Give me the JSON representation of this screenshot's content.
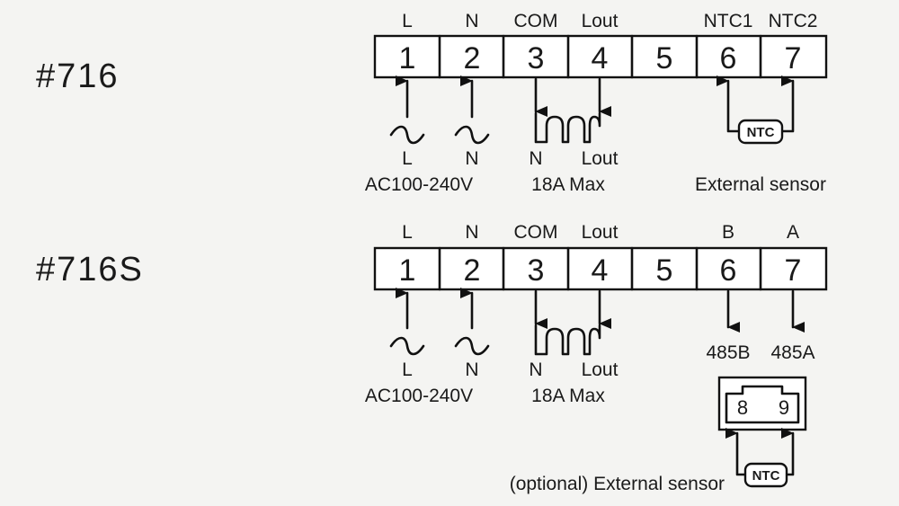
{
  "models": {
    "m716": "#716",
    "m716s": "#716S"
  },
  "terminals": [
    "1",
    "2",
    "3",
    "4",
    "5",
    "6",
    "7"
  ],
  "diagram_716": {
    "headers": {
      "L": "L",
      "N": "N",
      "COM": "COM",
      "Lout": "Lout",
      "NTC1": "NTC1",
      "NTC2": "NTC2"
    },
    "power": {
      "left": "L",
      "right": "N",
      "voltage": "AC100-240V"
    },
    "load": {
      "left": "N",
      "right": "Lout",
      "rating": "18A Max"
    },
    "sensor_chip": "NTC",
    "sensor_caption": "External sensor"
  },
  "diagram_716s": {
    "headers": {
      "L": "L",
      "N": "N",
      "COM": "COM",
      "Lout": "Lout",
      "B": "B",
      "A": "A"
    },
    "power": {
      "left": "L",
      "right": "N",
      "voltage": "AC100-240V"
    },
    "load": {
      "left": "N",
      "right": "Lout",
      "rating": "18A Max"
    },
    "rs485": {
      "b": "485B",
      "a": "485A"
    },
    "connector": {
      "pin_left": "8",
      "pin_right": "9"
    },
    "sensor_chip": "NTC",
    "sensor_caption": "(optional) External sensor"
  }
}
